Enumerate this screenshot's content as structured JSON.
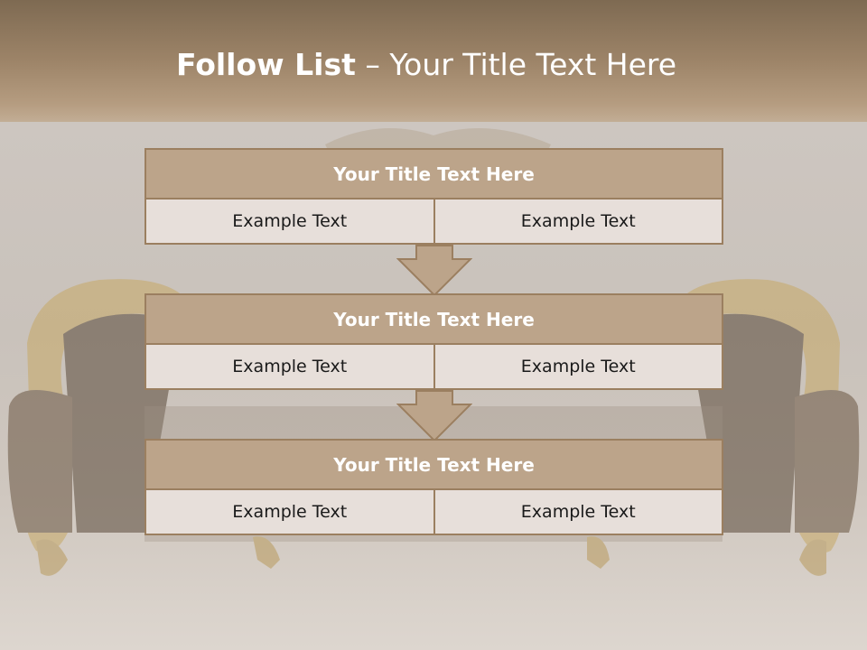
{
  "slide": {
    "title_bold": "Follow List",
    "title_rest": " – Your Title Text Here"
  },
  "steps": [
    {
      "title": "Your Title Text Here",
      "left": "Example Text",
      "right": "Example Text"
    },
    {
      "title": "Your Title Text Here",
      "left": "Example Text",
      "right": "Example Text"
    },
    {
      "title": "Your Title Text Here",
      "left": "Example Text",
      "right": "Example Text"
    }
  ],
  "colors": {
    "header_band": "#9d8468",
    "block_header": "#bca48a",
    "block_border": "#9b7f60",
    "cell_fill": "#e7dfda",
    "arrow_fill": "#bca48a"
  }
}
